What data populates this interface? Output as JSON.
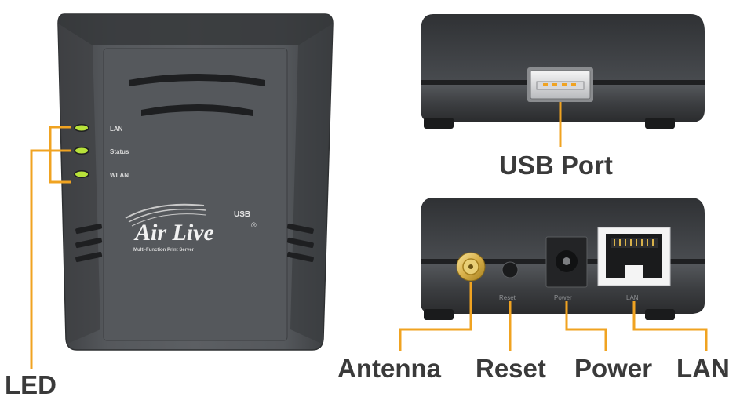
{
  "front": {
    "leds": [
      {
        "label": "LAN",
        "color": "#b8e23a"
      },
      {
        "label": "Status",
        "color": "#b8e23a"
      },
      {
        "label": "WLAN",
        "color": "#b8e23a"
      }
    ],
    "model": "USB",
    "brand": "Air Live",
    "registered": "®",
    "subtitle": "Multi-Function Print Server"
  },
  "back": {
    "reset_label": "Reset",
    "power_label": "Power",
    "lan_label": "LAN"
  },
  "callouts": {
    "led": "LED",
    "usb_port": "USB Port",
    "antenna": "Antenna",
    "reset": "Reset",
    "power": "Power",
    "lan": "LAN"
  },
  "colors": {
    "leader": "#f0a321",
    "device_body": "#4a4c4f",
    "device_dark": "#2b2d2f"
  }
}
